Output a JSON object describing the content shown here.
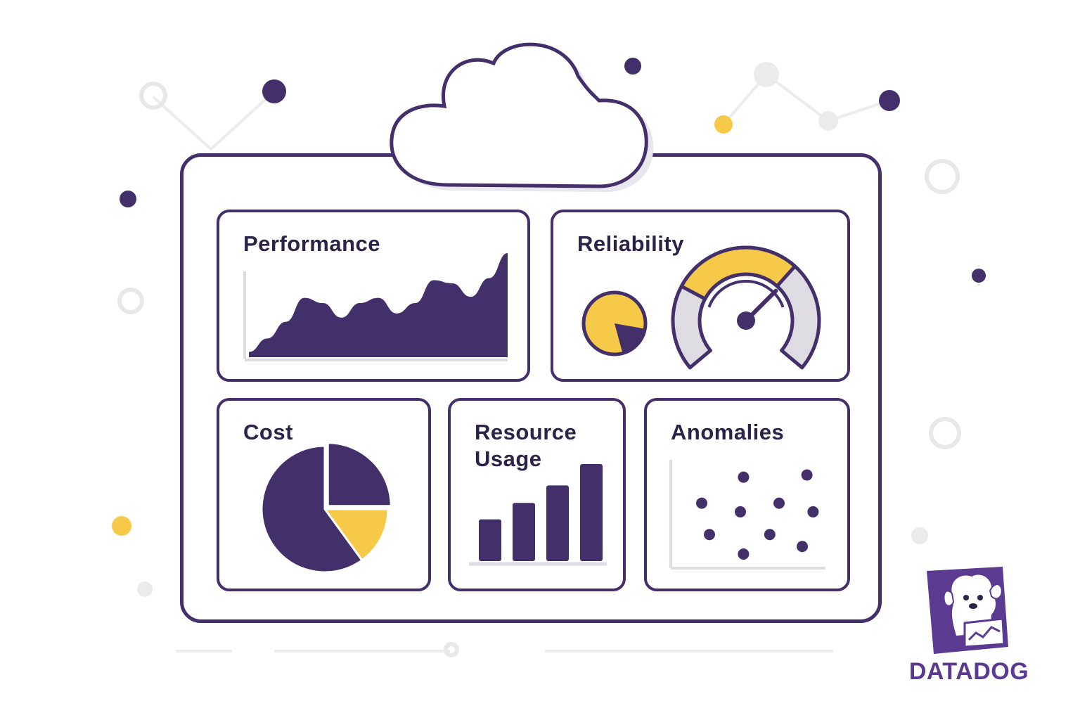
{
  "colors": {
    "primary": "#43306a",
    "accent": "#f7c948",
    "light": "#dedbe3",
    "faint": "#ececec"
  },
  "panels": {
    "performance": {
      "title": "Performance"
    },
    "reliability": {
      "title": "Reliability",
      "pie_fraction": 0.82,
      "gauge_level": 0.62
    },
    "cost": {
      "title": "Cost"
    },
    "resource": {
      "title": "Resource\nUsage"
    },
    "anomalies": {
      "title": "Anomalies"
    }
  },
  "chart_data": [
    {
      "type": "area",
      "panel": "Performance",
      "values": [
        0.05,
        0.18,
        0.34,
        0.57,
        0.52,
        0.38,
        0.52,
        0.57,
        0.42,
        0.52,
        0.74,
        0.71,
        0.58,
        0.76,
        1.0
      ]
    },
    {
      "type": "pie",
      "panel": "Cost",
      "slices": [
        {
          "value": 0.25,
          "color": "#43306a",
          "exploded": true
        },
        {
          "value": 0.15,
          "color": "#f7c948",
          "exploded": false
        },
        {
          "value": 0.6,
          "color": "#43306a",
          "exploded": false
        }
      ]
    },
    {
      "type": "bar",
      "panel": "Resource Usage",
      "values": [
        0.43,
        0.6,
        0.78,
        1.0
      ]
    },
    {
      "type": "scatter",
      "panel": "Anomalies",
      "points": [
        [
          0.47,
          0.84
        ],
        [
          0.88,
          0.86
        ],
        [
          0.2,
          0.6
        ],
        [
          0.45,
          0.52
        ],
        [
          0.7,
          0.6
        ],
        [
          0.92,
          0.52
        ],
        [
          0.25,
          0.31
        ],
        [
          0.64,
          0.31
        ],
        [
          0.85,
          0.2
        ],
        [
          0.47,
          0.13
        ]
      ]
    }
  ],
  "logo": {
    "text": "DATADOG",
    "icon": "datadog-dog-icon"
  }
}
